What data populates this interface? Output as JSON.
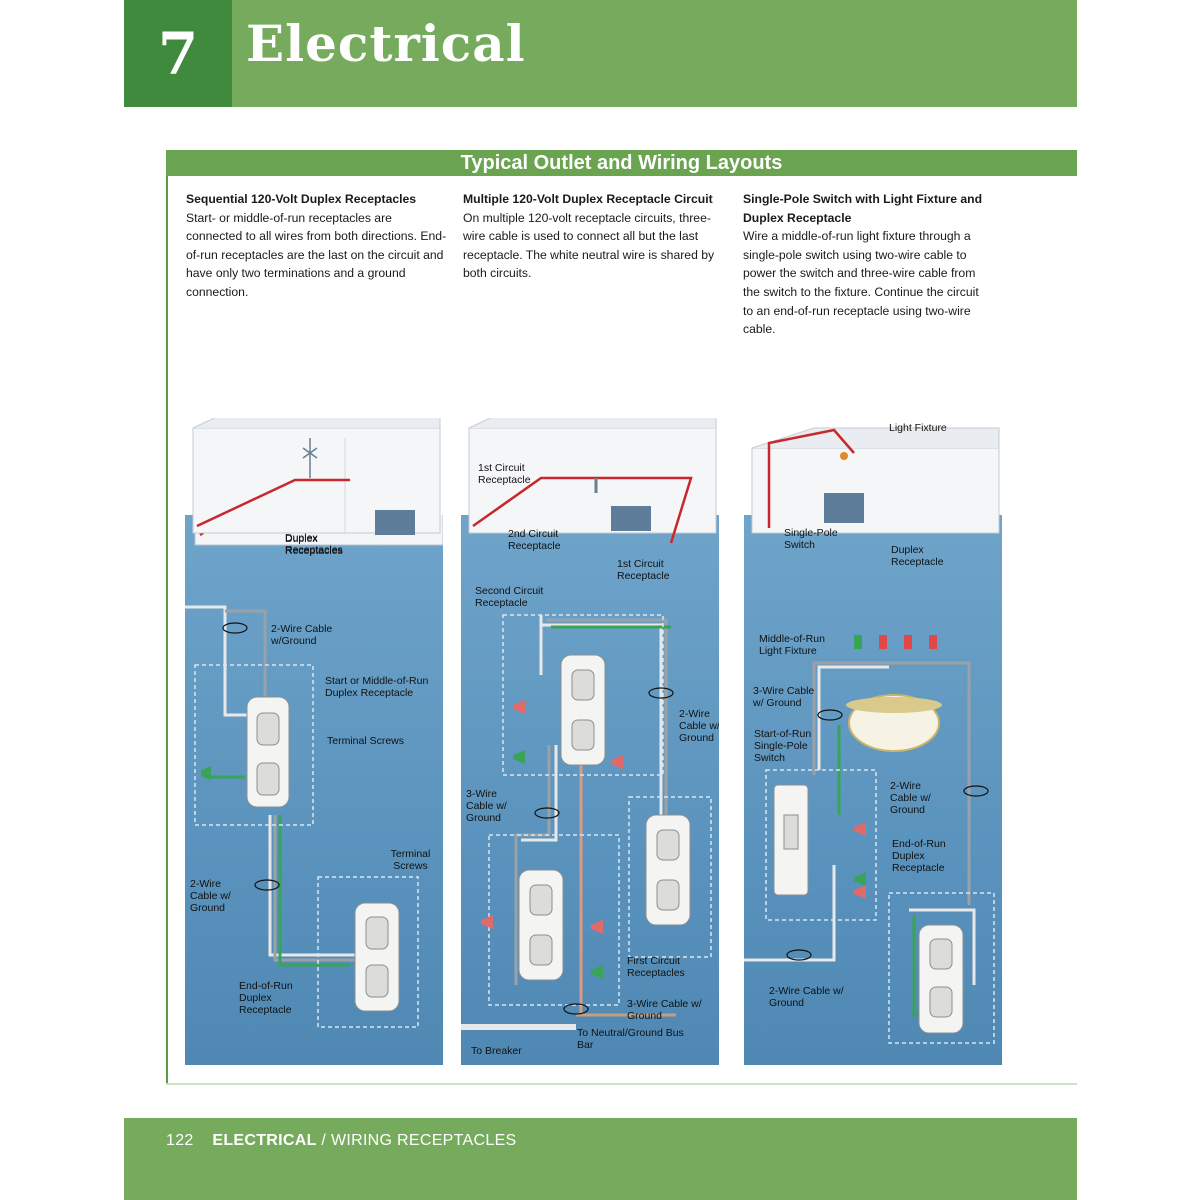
{
  "chapter": {
    "number": "7",
    "title": "Electrical"
  },
  "section_title": "Typical Outlet and Wiring Layouts",
  "columns": [
    {
      "heading": "Sequential 120-Volt Duplex Receptacles",
      "body": "Start- or middle-of-run receptacles are connected to all wires from both directions. End-of-run receptacles are the last on the circuit and have only two terminations and a ground connection."
    },
    {
      "heading": "Multiple 120-Volt Duplex Receptacle Circuit",
      "body": "On multiple 120-volt receptacle circuits, three-wire cable is used to connect all but the last receptacle. The white neutral wire is shared by both circuits."
    },
    {
      "heading": "Single-Pole Switch with Light Fixture and Duplex Receptacle",
      "body": "Wire a middle-of-run light fixture through a single-pole switch using two-wire cable to power the switch and three-wire cable from the switch to the fixture. Continue the circuit to an end-of-run receptacle using two-wire cable."
    }
  ],
  "diagram_labels": {
    "d1": {
      "duplex": "Duplex Receptacles",
      "cable_top": "2-Wire Cable w/Ground",
      "start_mid": "Start or Middle-of-Run Duplex Receptacle",
      "terminal_screws": "Terminal Screws",
      "terminal_screws2": "Terminal Screws",
      "cable_left": "2-Wire Cable w/ Ground",
      "end_run": "End-of-Run Duplex Receptacle"
    },
    "d2": {
      "first_circuit_a": "1st Circuit Receptacle",
      "second_circuit": "2nd Circuit Receptacle",
      "first_circuit_b": "1st Circuit Receptacle",
      "second_circuit_rec": "Second Circuit Receptacle",
      "cable_right": "2-Wire Cable w/ Ground",
      "cable_3wire_left": "3-Wire Cable w/ Ground",
      "first_circuit_recs": "First Circuit Receptacles",
      "cable_3wire_bottom": "3-Wire Cable w/ Ground",
      "neutral_bus": "To Neutral/Ground Bus Bar",
      "to_breaker": "To Breaker"
    },
    "d3": {
      "light_fixture": "Light Fixture",
      "single_pole": "Single-Pole Switch",
      "duplex": "Duplex Receptacle",
      "mid_run_light": "Middle-of-Run Light Fixture",
      "cable_3wire": "3-Wire Cable w/ Ground",
      "start_switch": "Start-of-Run Single-Pole Switch",
      "cable_2wire_right": "2-Wire Cable w/ Ground",
      "end_run": "End-of-Run Duplex Receptacle",
      "cable_2wire_bottom": "2-Wire Cable w/ Ground"
    }
  },
  "footer": {
    "page": "122",
    "section": "ELECTRICAL",
    "separator": " / ",
    "subsection": "WIRING RECEPTACLES"
  },
  "colors": {
    "header_green": "#76ab5e",
    "number_green": "#3f8a3c",
    "panel_blue": "#6a9fc6",
    "wire_red": "#c8282b",
    "wire_green": "#3aa35a"
  }
}
